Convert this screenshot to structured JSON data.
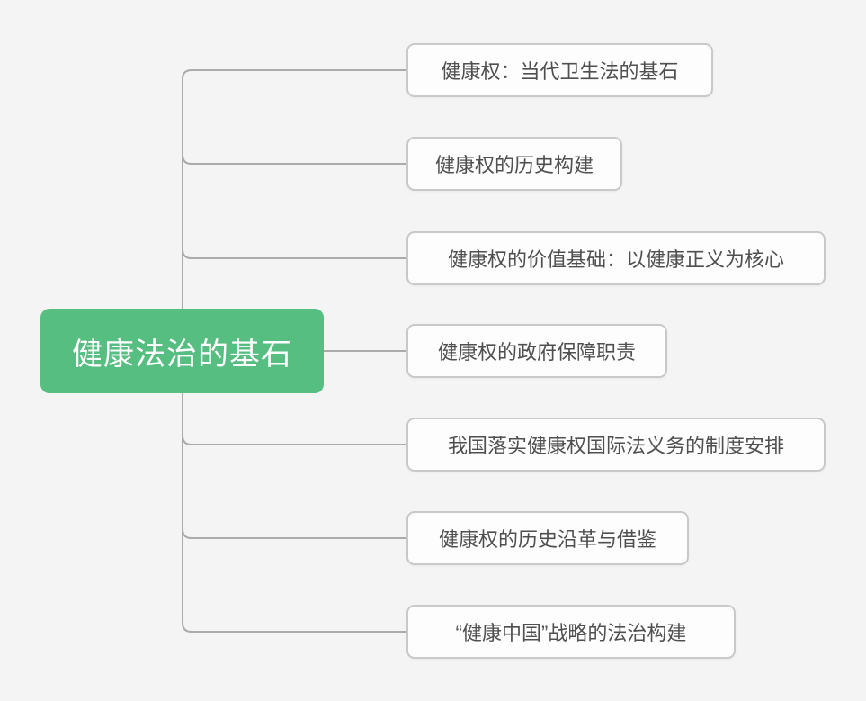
{
  "colors": {
    "background": "#f3f4f3",
    "root_fill": "#55be80",
    "root_text": "#ffffff",
    "child_fill": "#fdfdfd",
    "child_border": "#c9c9c9",
    "child_text": "#4f4f4f",
    "connector": "#ababab"
  },
  "mindmap": {
    "root": {
      "label": "健康法治的基石"
    },
    "children": [
      {
        "label": "健康权：当代卫生法的基石"
      },
      {
        "label": "健康权的历史构建"
      },
      {
        "label": "健康权的价值基础：以健康正义为核心"
      },
      {
        "label": "健康权的政府保障职责"
      },
      {
        "label": "我国落实健康权国际法义务的制度安排"
      },
      {
        "label": "健康权的历史沿革与借鉴"
      },
      {
        "label": "“健康中国”战略的法治构建"
      }
    ]
  }
}
